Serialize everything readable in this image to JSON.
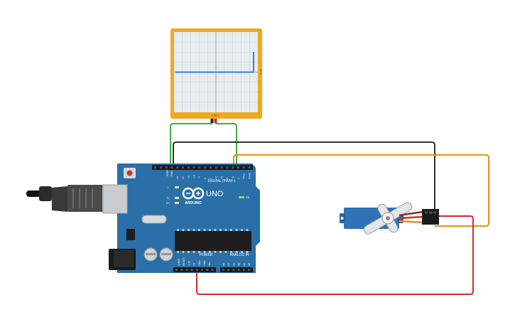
{
  "board": {
    "name": "UNO",
    "brand": "ARDUINO",
    "digital_label": "DIGITAL (PWM~)",
    "power_label": "POWER",
    "analog_label": "ANALOG IN",
    "on_label": "ON",
    "tx_label": "TX",
    "rx_label": "RX",
    "l_label": "L",
    "aref_label": "AREF",
    "gnd_label": "GND",
    "digital_pins": [
      "13",
      "12",
      "~11",
      "~10",
      "~9",
      "8",
      "7",
      "~6",
      "~5",
      "4",
      "~3",
      "2",
      "TX▸1",
      "RX◂0"
    ],
    "power_pins": [
      "IOREF",
      "RESET",
      "3.3V",
      "5V",
      "GND",
      "GND",
      "Vin"
    ],
    "analog_pins": [
      "A0",
      "A1",
      "A2",
      "A3",
      "A4",
      "A5"
    ]
  },
  "oscilloscope": {
    "time_label": "1.00 s",
    "voltage_label": "10 V",
    "trace_level": 0.0
  },
  "colors": {
    "board": "#2a6fa8",
    "board_edge": "#1f5a8c",
    "scope_frame": "#f2a81d",
    "scope_screen": "#e6ecef",
    "trace": "#3a7fd0",
    "wire_green": "#3cae3c",
    "wire_black": "#333333",
    "wire_orange": "#f08c10",
    "wire_red": "#d92a2a",
    "servo_body": "#2f72b8"
  }
}
